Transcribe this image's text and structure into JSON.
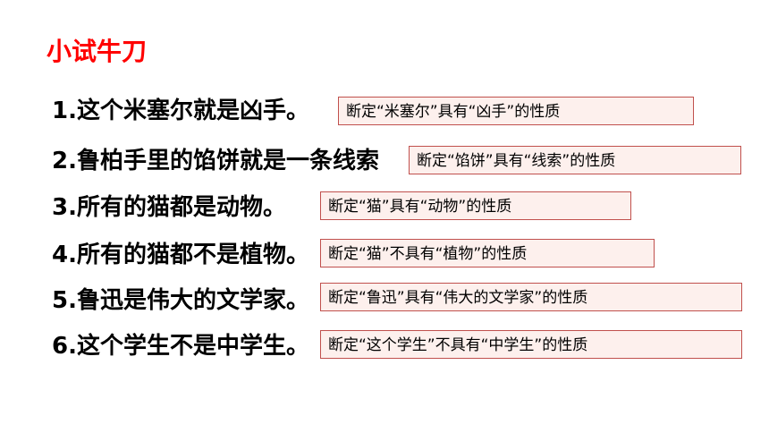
{
  "slide": {
    "title": "小试牛刀",
    "rows": [
      {
        "statement": "1.这个米塞尔就是凶手。",
        "tag": "断定“米塞尔”具有“凶手”的性质"
      },
      {
        "statement": "2.鲁柏手里的馅饼就是一条线索",
        "tag": "断定“馅饼”具有“线索”的性质"
      },
      {
        "statement": "3.所有的猫都是动物。",
        "tag": "断定“猫”具有“动物”的性质"
      },
      {
        "statement": "4.所有的猫都不是植物。",
        "tag": "断定“猫”不具有“植物”的性质"
      },
      {
        "statement": "5.鲁迅是伟大的文学家。",
        "tag": "断定“鲁迅”具有“伟大的文学家”的性质"
      },
      {
        "statement": "6.这个学生不是中学生。",
        "tag": "断定“这个学生”不具有“中学生”的性质"
      }
    ]
  },
  "colors": {
    "title": "#ff0000",
    "statement": "#000000",
    "tag_background": "#fdf0ed",
    "tag_border": "#c0504d"
  }
}
